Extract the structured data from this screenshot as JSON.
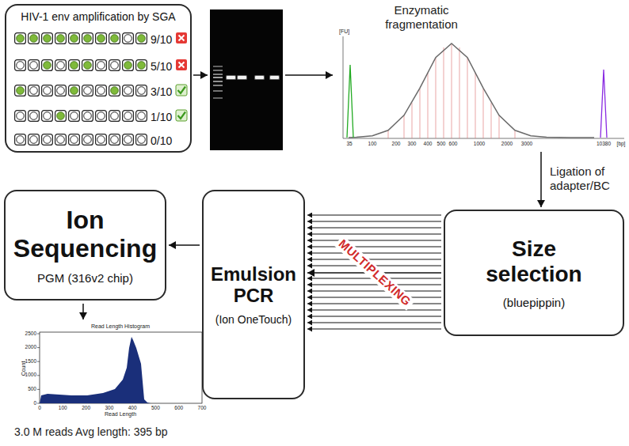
{
  "diagram": {
    "nodes": [
      {
        "text": [
          "HIV-1 env amplification by SGA",
          "9/10",
          "5/10",
          "3/10",
          "1/10",
          "0/10"
        ]
      },
      {
        "text": [
          "Size selection",
          "(bluepippin)"
        ]
      },
      {
        "text": [
          "Emulsion PCR",
          "(Ion OneTouch)"
        ]
      },
      {
        "text": [
          "Ion Sequencing",
          "PGM (316v2 chip)"
        ]
      }
    ],
    "edges": [
      {
        "from": 1,
        "to": 2,
        "label": "MULTIPLEXING",
        "arrow": "to"
      },
      {
        "from": 2,
        "to": 3,
        "arrow": "to"
      }
    ],
    "labels": [
      "Enzymatic fragmentation",
      "[FU]",
      "35",
      "100",
      "200",
      "300",
      "400",
      "500",
      "600",
      "1000",
      "2000",
      "3000",
      "10380",
      "[bp]",
      "Ligation of adapter/BC",
      "Read Length Histogram",
      "2500",
      "2000",
      "1500",
      "1000",
      "500",
      "0",
      "Count",
      "0",
      "100",
      "200",
      "300",
      "400",
      "500",
      "600",
      "700",
      "Read Length",
      "3.0 M reads Avg length: 395 bp"
    ]
  }
}
